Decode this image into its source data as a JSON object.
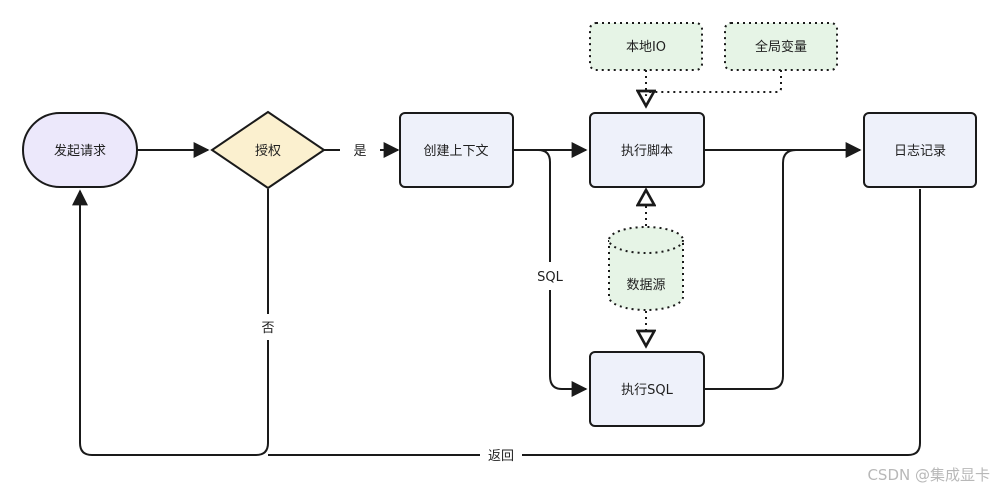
{
  "nodes": {
    "start": {
      "label": "发起请求",
      "fill": "#ece8fb",
      "stroke": "#1a1a1a"
    },
    "auth": {
      "label": "授权",
      "fill": "#fbf0cf",
      "stroke": "#1a1a1a"
    },
    "create_context": {
      "label": "创建上下文",
      "fill": "#eef1fa",
      "stroke": "#1a1a1a"
    },
    "exec_script": {
      "label": "执行脚本",
      "fill": "#eef1fa",
      "stroke": "#1a1a1a"
    },
    "log": {
      "label": "日志记录",
      "fill": "#eef1fa",
      "stroke": "#1a1a1a"
    },
    "local_io": {
      "label": "本地IO",
      "fill": "#e6f4e6",
      "stroke": "#1a1a1a"
    },
    "global_var": {
      "label": "全局变量",
      "fill": "#e6f4e6",
      "stroke": "#1a1a1a"
    },
    "datasource": {
      "label": "数据源",
      "fill": "#e6f4e6",
      "stroke": "#1a1a1a"
    },
    "exec_sql": {
      "label": "执行SQL",
      "fill": "#eef1fa",
      "stroke": "#1a1a1a"
    }
  },
  "edges": {
    "yes": "是",
    "no": "否",
    "sql": "SQL",
    "return": "返回"
  },
  "watermark": "CSDN @集成显卡"
}
